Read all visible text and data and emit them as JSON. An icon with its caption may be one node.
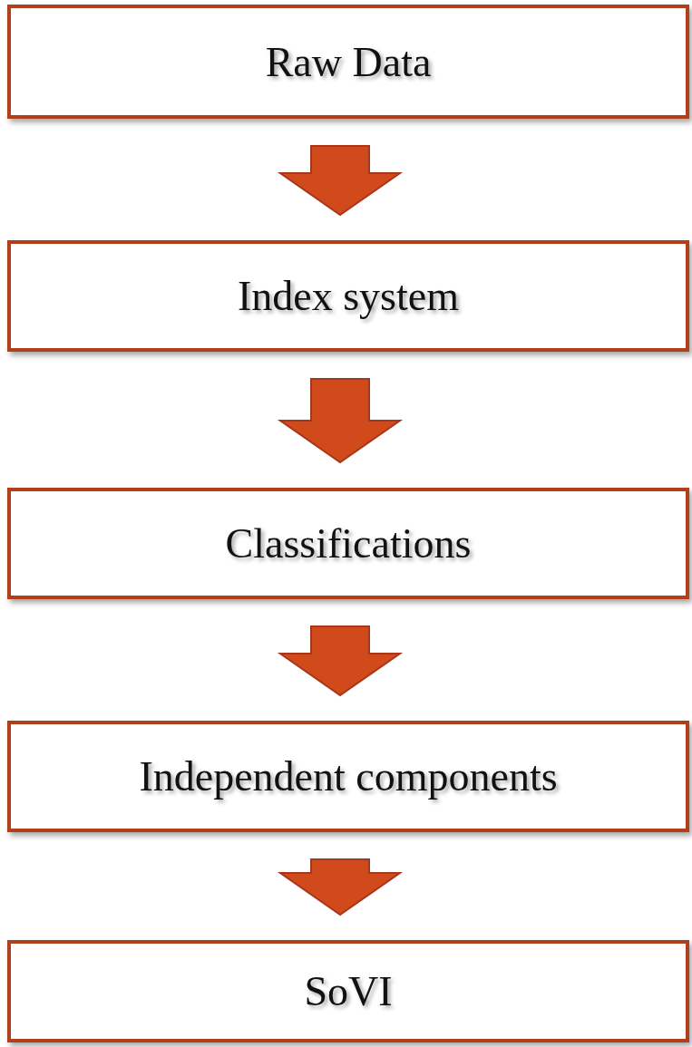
{
  "diagram": {
    "nodes": [
      {
        "text": [
          "Raw Data"
        ]
      },
      {
        "text": [
          "Index system"
        ]
      },
      {
        "text": [
          "Classifications"
        ]
      },
      {
        "text": [
          "Independent components"
        ]
      },
      {
        "text": [
          "SoVI"
        ]
      }
    ],
    "edges": [
      {
        "from": 0,
        "to": 1,
        "arrow": "to"
      },
      {
        "from": 1,
        "to": 2,
        "arrow": "to"
      },
      {
        "from": 2,
        "to": 3,
        "arrow": "to"
      },
      {
        "from": 3,
        "to": 4,
        "arrow": "to"
      }
    ]
  }
}
